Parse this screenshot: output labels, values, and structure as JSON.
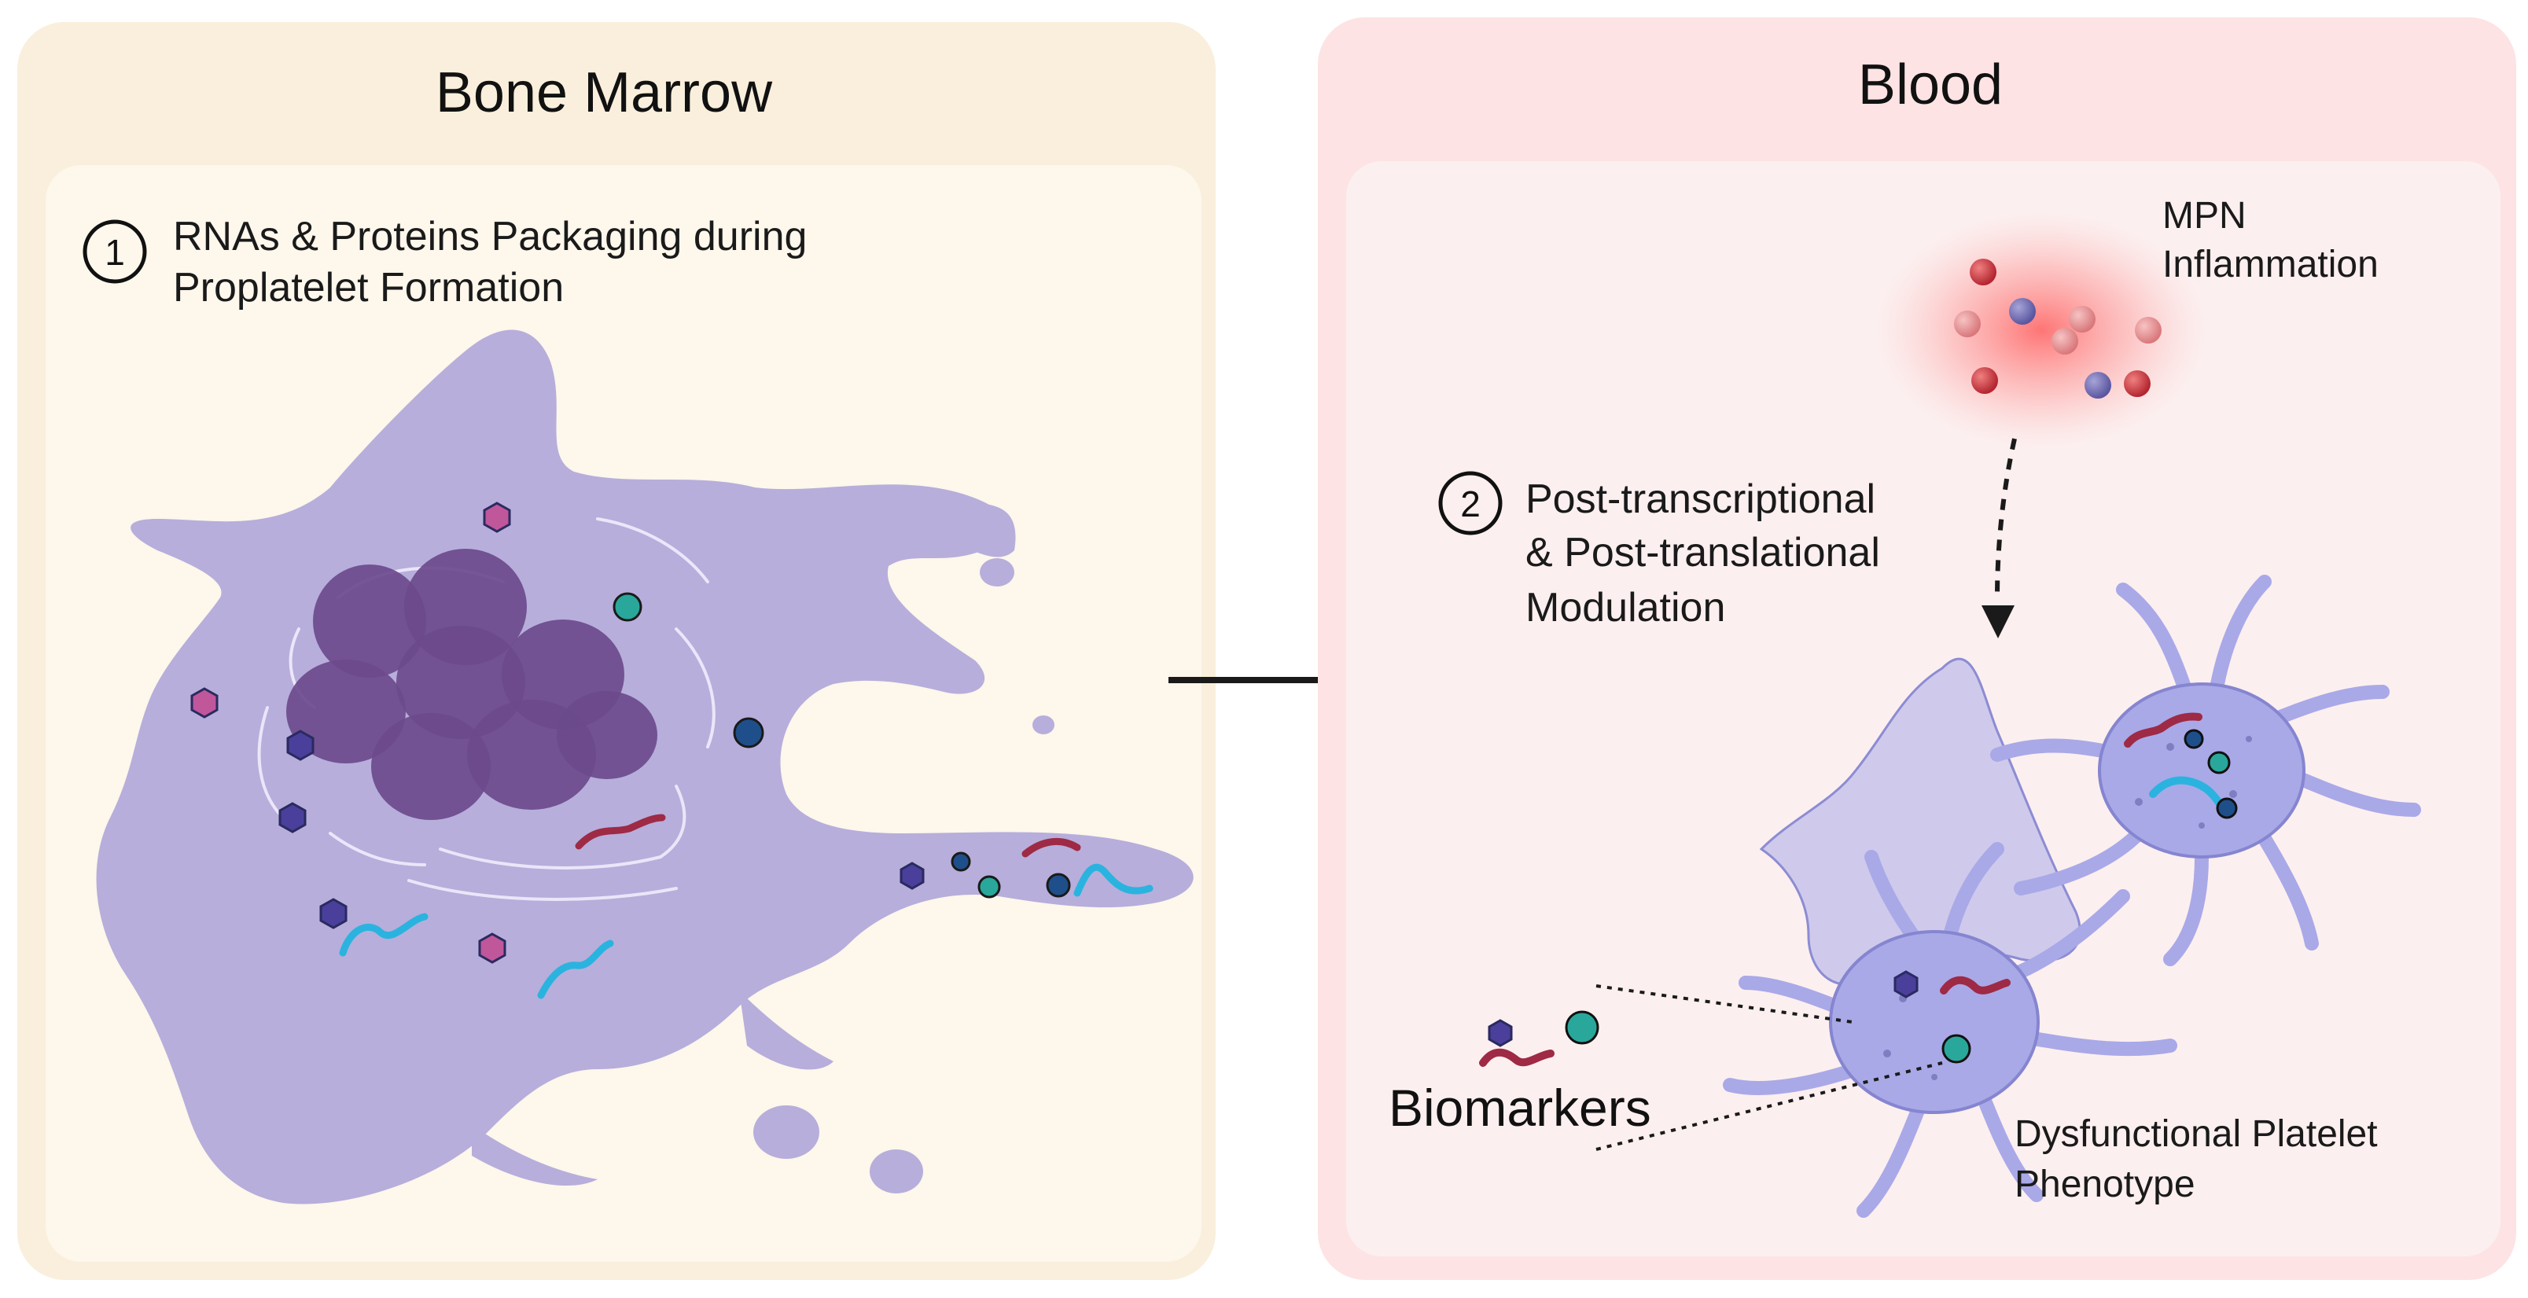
{
  "left_panel": {
    "title": "Bone Marrow",
    "step_number": "1",
    "step_line1": "RNAs & Proteins Packaging during",
    "step_line2": "Proplatelet Formation"
  },
  "right_panel": {
    "title": "Blood",
    "inflammation_line1": "MPN",
    "inflammation_line2": "Inflammation",
    "step_number": "2",
    "step_line1": "Post-transcriptional",
    "step_line2": "& Post-translational",
    "step_line3": "Modulation",
    "biomarkers": "Biomarkers",
    "phenotype_line1": "Dysfunctional Platelet",
    "phenotype_line2": "Phenotype"
  },
  "colors": {
    "bone_marrow_bg": "#f9efdc",
    "bone_marrow_inner": "#fdf7ec",
    "blood_bg": "#fde3e4",
    "blood_inner": "#fcefef",
    "megakaryocyte": "#b7aedb",
    "nucleus": "#6b4a8c",
    "platelet": "#a9a9e8",
    "rna_red": "#9e2a45",
    "rna_cyan": "#2bb3df",
    "teal": "#2aa79b",
    "navy": "#1f4f8a",
    "hex_purple": "#4a3f9a",
    "hex_pink": "#c0579a"
  }
}
